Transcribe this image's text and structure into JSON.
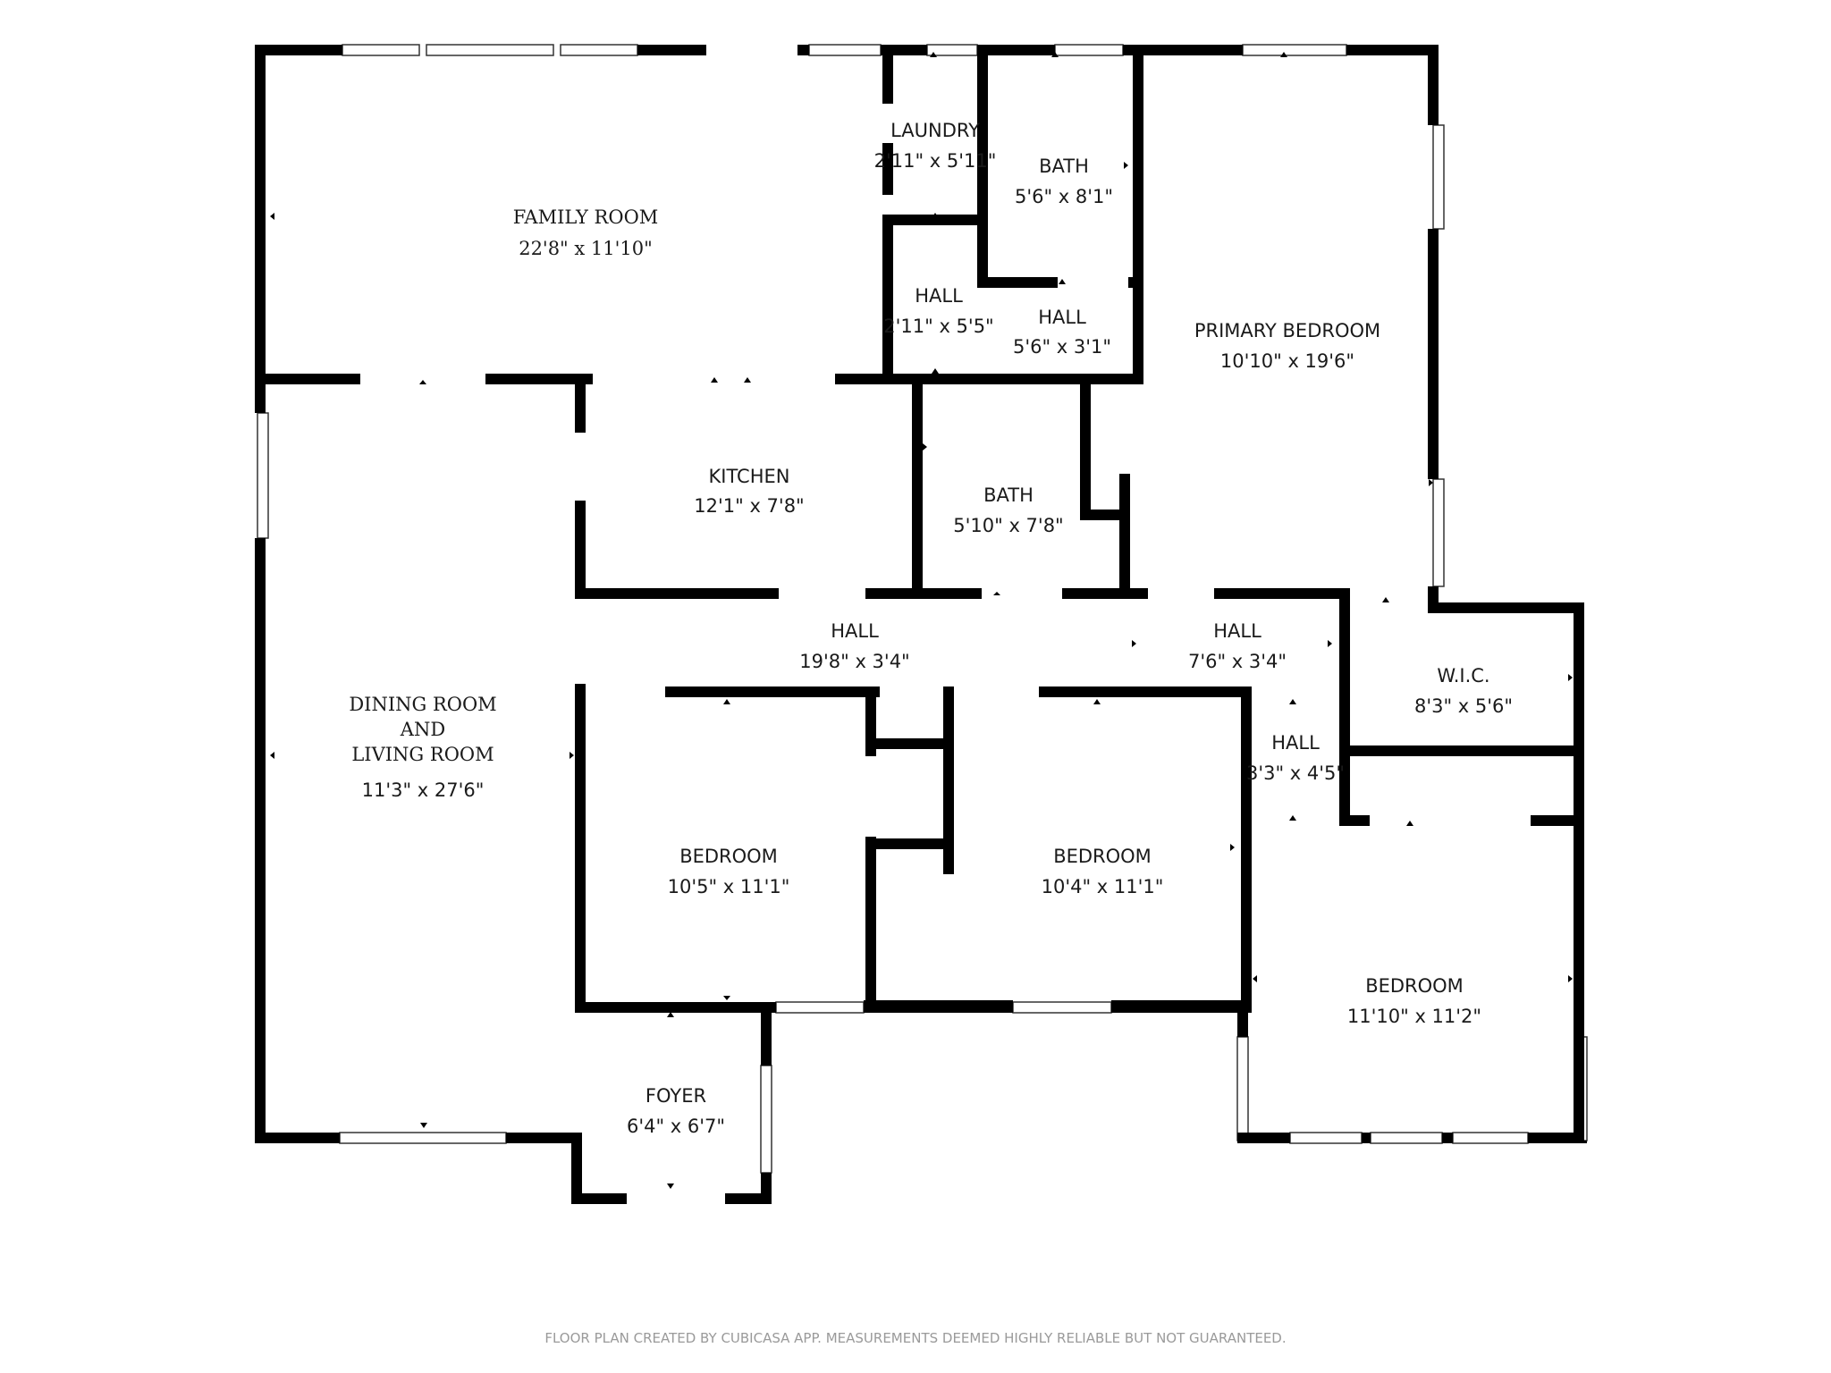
{
  "rooms": {
    "family_room": {
      "name": "FAMILY ROOM",
      "dims": "22'8\" x 11'10\""
    },
    "laundry": {
      "name": "LAUNDRY",
      "dims": "2'11\" x 5'11\""
    },
    "bath_upper": {
      "name": "BATH",
      "dims": "5'6\" x 8'1\""
    },
    "hall_small_left": {
      "name": "HALL",
      "dims": "2'11\" x 5'5\""
    },
    "hall_small_right": {
      "name": "HALL",
      "dims": "5'6\" x 3'1\""
    },
    "primary_bedroom": {
      "name": "PRIMARY BEDROOM",
      "dims": "10'10\" x 19'6\""
    },
    "kitchen": {
      "name": "KITCHEN",
      "dims": "12'1\" x 7'8\""
    },
    "bath_lower": {
      "name": "BATH",
      "dims": "5'10\" x 7'8\""
    },
    "hall_main": {
      "name": "HALL",
      "dims": "19'8\" x 3'4\""
    },
    "hall_east": {
      "name": "HALL",
      "dims": "7'6\" x 3'4\""
    },
    "wic": {
      "name": "W.I.C.",
      "dims": "8'3\" x 5'6\""
    },
    "hall_vertical": {
      "name": "HALL",
      "dims": "3'3\" x 4'5\""
    },
    "dining_living": {
      "line1": "DINING ROOM",
      "line2": "AND",
      "line3": "LIVING ROOM",
      "dims": "11'3\" x 27'6\""
    },
    "bedroom_1": {
      "name": "BEDROOM",
      "dims": "10'5\" x 11'1\""
    },
    "bedroom_2": {
      "name": "BEDROOM",
      "dims": "10'4\" x 11'1\""
    },
    "bedroom_3": {
      "name": "BEDROOM",
      "dims": "11'10\" x 11'2\""
    },
    "foyer": {
      "name": "FOYER",
      "dims": "6'4\" x 6'7\""
    }
  },
  "footer": "FLOOR PLAN CREATED BY CUBICASA APP. MEASUREMENTS DEEMED HIGHLY RELIABLE BUT NOT GUARANTEED."
}
